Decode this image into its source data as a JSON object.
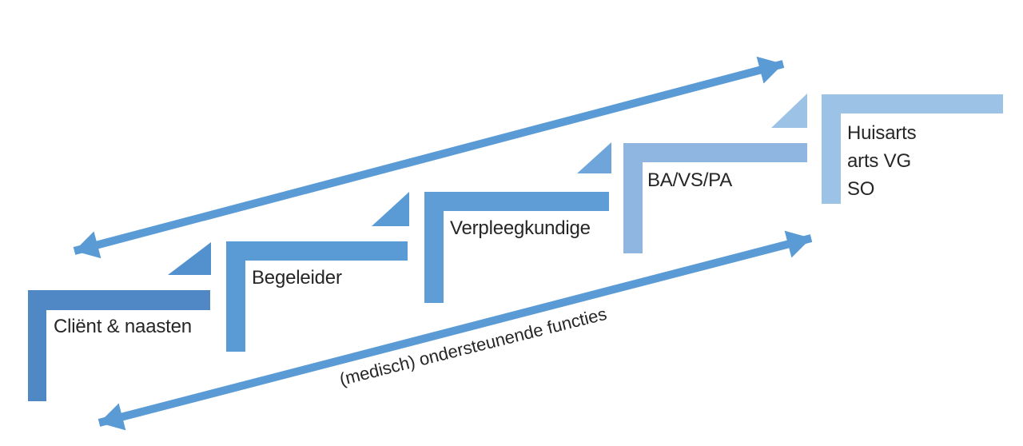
{
  "diagram": {
    "background": "#ffffff",
    "text_color": "#262626",
    "steps": [
      {
        "label": "Cliënt & naasten",
        "color": "#4f88c4"
      },
      {
        "label": "Begeleider",
        "color": "#5b9bd5"
      },
      {
        "label": "Verpleegkundige",
        "color": "#5f9dd6"
      },
      {
        "label": "BA/VS/PA",
        "color": "#8fb6e0"
      },
      {
        "label": "Huisarts arts VG SO",
        "lines": [
          "Huisarts",
          "arts VG",
          "SO"
        ],
        "color": "#9cc2e5"
      }
    ],
    "triangles": [
      {
        "color": "#5391ce"
      },
      {
        "color": "#5b9bd5"
      },
      {
        "color": "#6fa5da"
      },
      {
        "color": "#9cc2e5"
      }
    ],
    "arrows": {
      "color": "#5b9bd5"
    },
    "support_label": "(medisch) ondersteunende functies"
  }
}
